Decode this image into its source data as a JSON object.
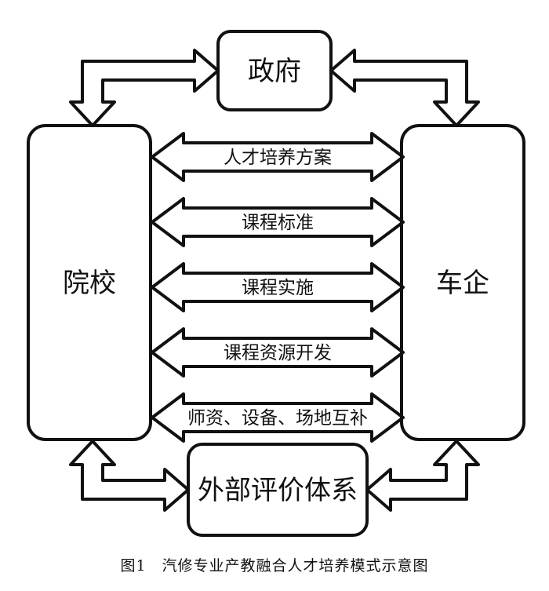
{
  "nodes": {
    "government": "政府",
    "school": "院校",
    "enterprise": "车企",
    "evaluation": "外部评价体系"
  },
  "links": [
    "人才培养方案",
    "课程标准",
    "课程实施",
    "课程资源开发",
    "师资、设备、场地互补"
  ],
  "caption": "图1　汽修专业产教融合人才培养模式示意图"
}
